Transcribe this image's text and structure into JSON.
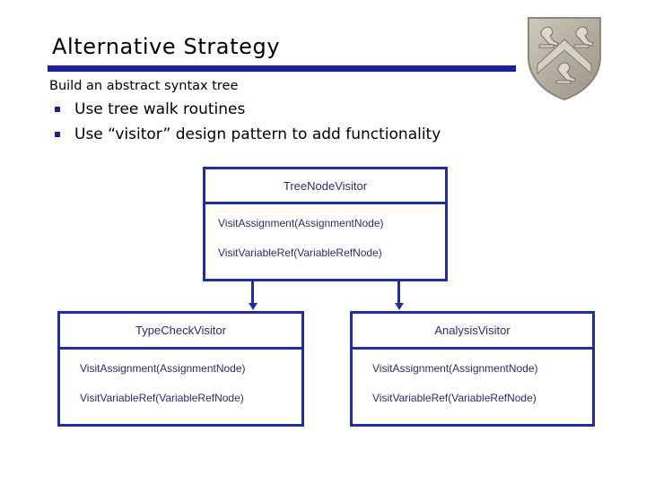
{
  "slide": {
    "title": "Alternative Strategy",
    "lead": "Build an abstract syntax tree",
    "bullets": [
      {
        "text": "Use tree walk routines"
      },
      {
        "text": "Use “visitor” design pattern to add functionality"
      }
    ],
    "accent_color": "#1f1f9e",
    "box_border_color": "#1f2f9e",
    "box_text_color": "#2b2b6e",
    "crest_color": "#b0aa9c"
  },
  "diagram": {
    "root": {
      "name": "TreeNodeVisitor",
      "methods": [
        "VisitAssignment(AssignmentNode)",
        "VisitVariableRef(VariableRefNode)"
      ]
    },
    "children": [
      {
        "name": "TypeCheckVisitor",
        "methods": [
          "VisitAssignment(AssignmentNode)",
          "VisitVariableRef(VariableRefNode)"
        ]
      },
      {
        "name": "AnalysisVisitor",
        "methods": [
          "VisitAssignment(AssignmentNode)",
          "VisitVariableRef(VariableRefNode)"
        ]
      }
    ]
  }
}
